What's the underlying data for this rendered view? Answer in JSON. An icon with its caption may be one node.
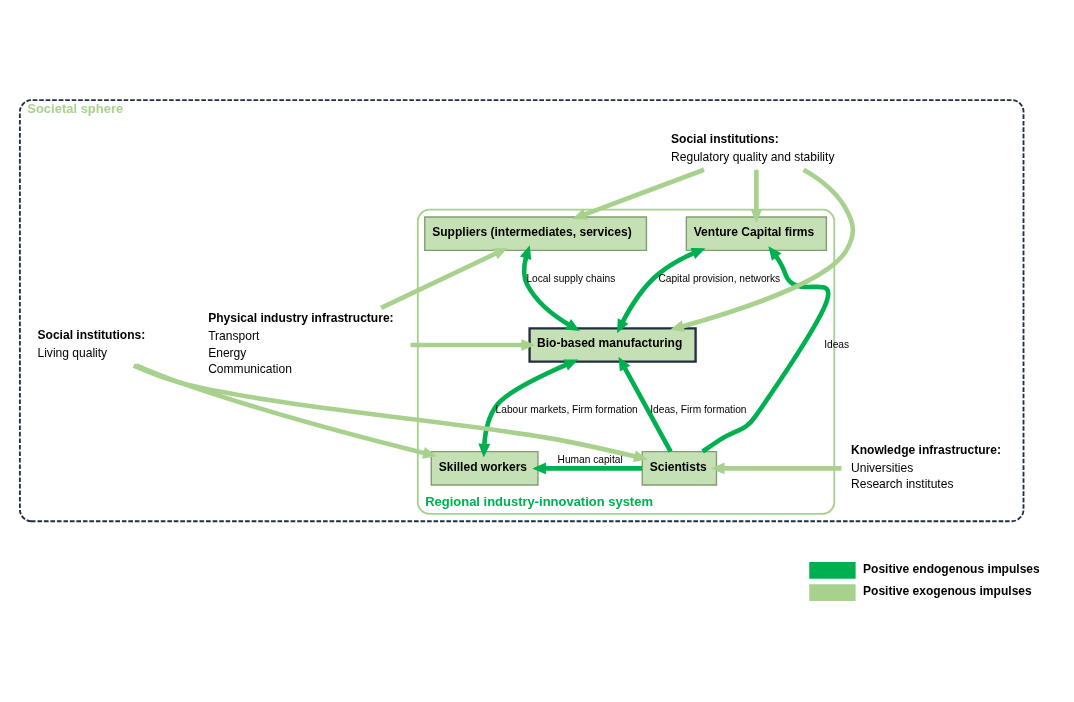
{
  "diagram": {
    "nodes": [
      {
        "text": [
          "Societal sphere"
        ]
      },
      {
        "text": [
          "Regional industry-innovation system"
        ],
        "in": 0
      },
      {
        "text": [
          "Suppliers (intermediates, services)"
        ],
        "in": 1
      },
      {
        "text": [
          "Venture Capital firms"
        ],
        "in": 1
      },
      {
        "text": [
          "Bio-based manufacturing"
        ],
        "in": 1
      },
      {
        "text": [
          "Skilled workers"
        ],
        "in": 1
      },
      {
        "text": [
          "Scientists"
        ],
        "in": 1
      },
      {
        "text": [
          "Social institutions:",
          "Regulatory quality and stability"
        ],
        "in": 0
      },
      {
        "text": [
          "Physical industry infrastructure:",
          "Transport",
          "Energy",
          "Communication"
        ],
        "in": 0
      },
      {
        "text": [
          "Knowledge infrastructure:",
          "Universities",
          "Research institutes"
        ],
        "in": 0
      },
      {
        "text": [
          "Social institutions:",
          "Living quality"
        ],
        "in": 0
      }
    ],
    "edges": [
      {
        "from": 7,
        "to": 2,
        "arrow": "to"
      },
      {
        "from": 7,
        "to": 4,
        "arrow": "to"
      },
      {
        "from": 7,
        "to": 3,
        "arrow": "to"
      },
      {
        "from": 8,
        "to": 2,
        "arrow": "to"
      },
      {
        "from": 8,
        "to": 4,
        "arrow": "to"
      },
      {
        "from": 2,
        "to": 4,
        "arrow": "both",
        "label": "Local supply chains",
        "color": "#00b050"
      },
      {
        "from": 4,
        "to": 3,
        "arrow": "both",
        "label": "Capital provision, networks",
        "color": "#00b050"
      },
      {
        "from": 6,
        "to": 4,
        "arrow": "to",
        "label": "Ideas, Firm formation",
        "color": "#00b050"
      },
      {
        "from": 6,
        "to": 3,
        "arrow": "to",
        "label": "Ideas",
        "color": "#00b050"
      },
      {
        "from": 4,
        "to": 5,
        "arrow": "both",
        "label": "Labour markets, Firm formation",
        "color": "#00b050"
      },
      {
        "from": 6,
        "to": 5,
        "arrow": "to",
        "label": "Human capital",
        "color": "#00b050"
      },
      {
        "from": 9,
        "to": 6,
        "arrow": "to"
      },
      {
        "from": 10,
        "to": 5,
        "arrow": "to"
      },
      {
        "from": 10,
        "to": 6,
        "arrow": "to"
      }
    ],
    "legend": [
      {
        "text": "Positive endogenous impulses",
        "color": "#00b050"
      },
      {
        "text": "Positive exogenous impulses",
        "color": "#a9d18e"
      }
    ]
  }
}
